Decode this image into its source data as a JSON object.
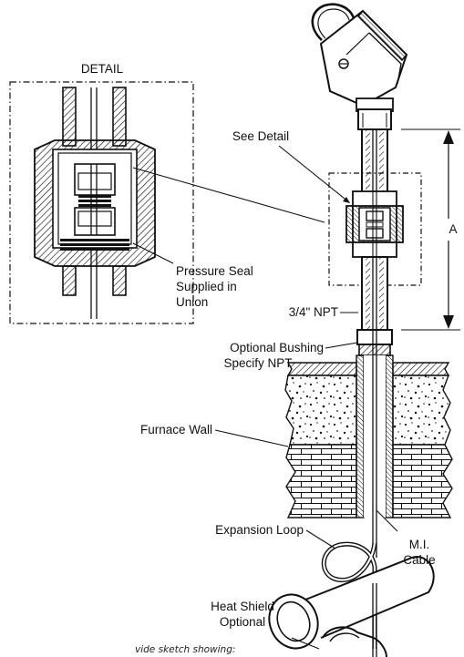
{
  "labels": {
    "detail_title": "DETAIL",
    "see_detail": "See Detail",
    "dimension_a": "A",
    "pressure_seal_1": "Pressure Seal",
    "pressure_seal_2": "Supplied in",
    "pressure_seal_3": "Union",
    "npt": "3/4\" NPT",
    "bushing_1": "Optional Bushing",
    "bushing_2": "Specify NPT",
    "furnace_wall": "Furnace Wall",
    "expansion_loop": "Expansion Loop",
    "mi_cable_1": "M.I.",
    "mi_cable_2": "Cable",
    "heat_shield_1": "Heat Shield",
    "heat_shield_2": "Optional",
    "footnote": "vide sketch showing:"
  }
}
